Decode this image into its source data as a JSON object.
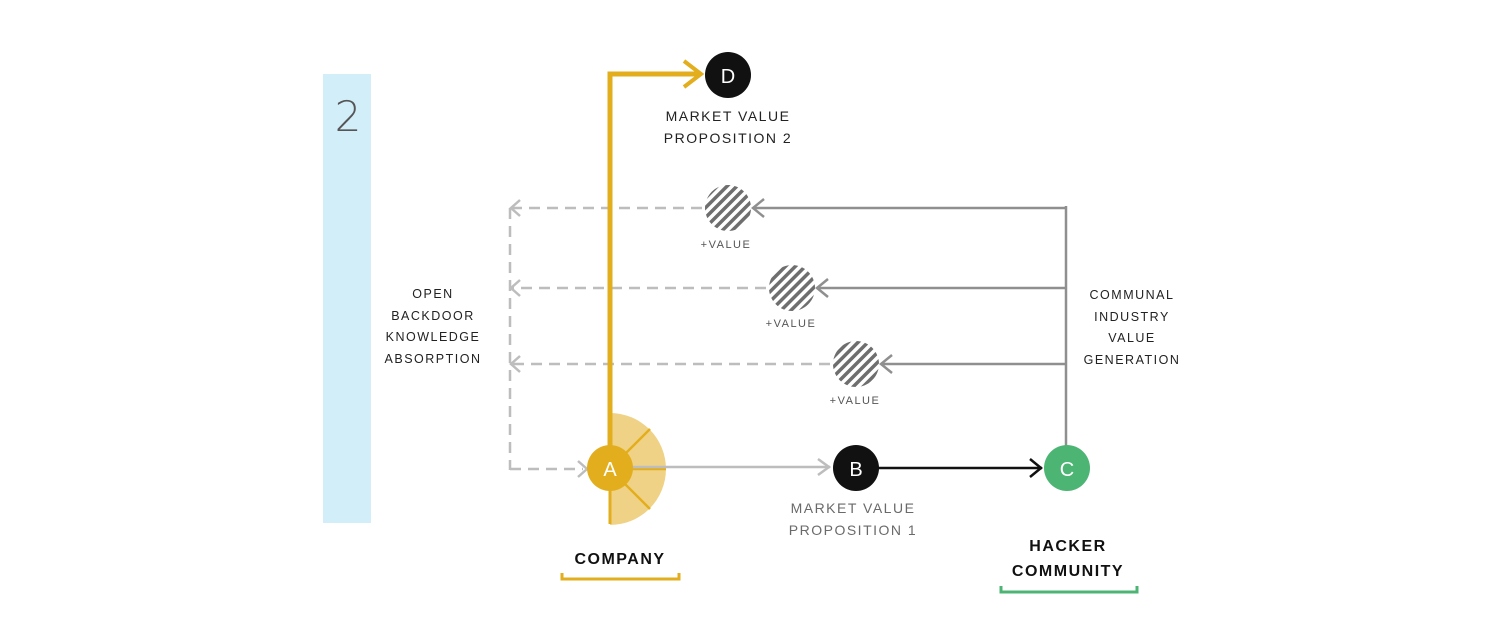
{
  "panel": {
    "number": "2",
    "color": "#d2eef9"
  },
  "colors": {
    "company": "#e3ae1d",
    "company_light": "#efd285",
    "hacker": "#4db574",
    "dark": "#111111",
    "grey_line": "#8f8f8f",
    "light_line": "#bdbdbd",
    "hatch": "#6e6e6e"
  },
  "nodes": {
    "a": {
      "letter": "A"
    },
    "b": {
      "letter": "B"
    },
    "c": {
      "letter": "C"
    },
    "d": {
      "letter": "D"
    }
  },
  "labels": {
    "market_value_2": [
      "MARKET VALUE",
      "PROPOSITION 2"
    ],
    "market_value_1": [
      "MARKET VALUE",
      "PROPOSITION 1"
    ],
    "open_backdoor": [
      "OPEN",
      "BACKDOOR",
      "KNOWLEDGE",
      "ABSORPTION"
    ],
    "communal": [
      "COMMUNAL",
      "INDUSTRY",
      "VALUE",
      "GENERATION"
    ],
    "value_1": "+VALUE",
    "value_2": "+VALUE",
    "value_3": "+VALUE",
    "company": "COMPANY",
    "hacker": [
      "HACKER",
      "COMMUNITY"
    ]
  }
}
